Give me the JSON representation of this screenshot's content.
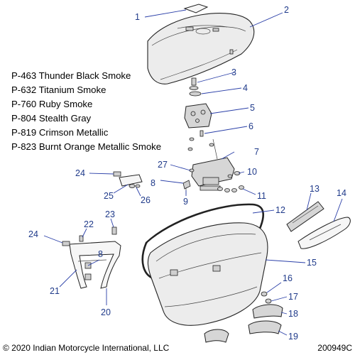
{
  "color_codes": [
    "P-463 Thunder Black Smoke",
    "P-632 Titanium Smoke",
    "P-760 Ruby Smoke",
    "P-804 Stealth Gray",
    "P-819 Crimson Metallic",
    "P-823 Burnt Orange Metallic Smoke"
  ],
  "callouts": [
    "1",
    "2",
    "3",
    "4",
    "5",
    "6",
    "7",
    "8",
    "9",
    "10",
    "11",
    "12",
    "13",
    "14",
    "15",
    "16",
    "17",
    "18",
    "19",
    "20",
    "21",
    "22",
    "23",
    "24",
    "24",
    "25",
    "26",
    "27",
    "8"
  ],
  "footer": {
    "copyright": "© 2020 Indian Motorcycle International, LLC",
    "diagram_id": "200949C"
  },
  "colors": {
    "callout_text": "#1f3a8a",
    "leader_line": "#2a3fa8",
    "part_fill": "#ececec"
  }
}
